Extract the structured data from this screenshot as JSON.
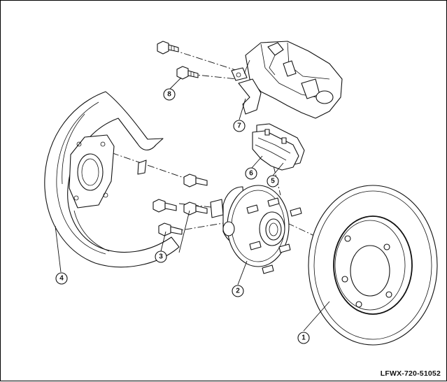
{
  "callouts": {
    "disc_rotor": "1",
    "hub_bearing": "2",
    "hub_bolts": "3",
    "splash_guard": "4",
    "pad_a": "5",
    "pad_b": "6",
    "caliper": "7",
    "caliper_bolt": "8"
  },
  "reference_code": "LFWX-720-51052"
}
